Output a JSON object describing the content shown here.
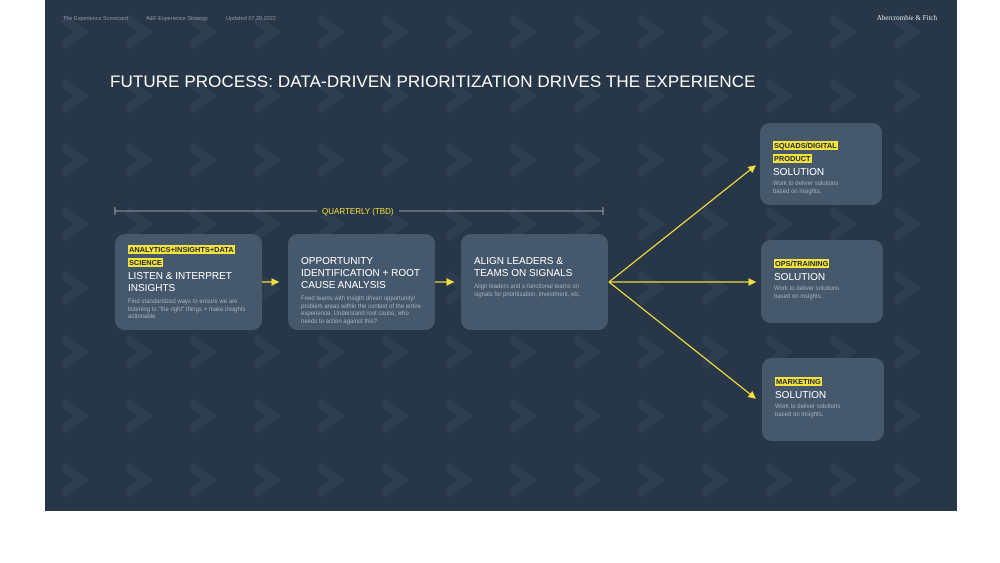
{
  "header": {
    "left_items": [
      "The Experience Scorecard",
      "A&F Experience Strategy",
      "Updated 07.20.2022"
    ],
    "brand": "Abercrombie & Fitch"
  },
  "title": "FUTURE PROCESS: DATA-DRIVEN PRIORITIZATION DRIVES THE EXPERIENCE",
  "quarterly_label": "QUARTERLY (TBD)",
  "process_steps": [
    {
      "tag": "ANALYTICS+INSIGHTS+DATA SCIENCE",
      "heading": "LISTEN & INTERPRET INSIGHTS",
      "description": "Find standardized ways to ensure we are listening to \"the right\" things + make insights actionable."
    },
    {
      "tag": "",
      "heading": "OPPORTUNITY IDENTIFICATION + ROOT CAUSE ANALYSIS",
      "description": "Feed teams with insight driven opportunity/ problem areas within the context of the entire experience. Understand root cause, who needs to action against this?"
    },
    {
      "tag": "",
      "heading": "ALIGN LEADERS & TEAMS ON SIGNALS",
      "description": "Align leaders and x-functional teams on signals for prioritization, investment, etc."
    }
  ],
  "outcomes": [
    {
      "tag": "SQUADS/DIGITAL PRODUCT",
      "heading": "SOLUTION",
      "description": "Work to deliver solutions based on insights."
    },
    {
      "tag": "OPS/TRAINING",
      "heading": "SOLUTION",
      "description": "Work to deliver solutions based on insights."
    },
    {
      "tag": "MARKETING",
      "heading": "SOLUTION",
      "description": "Work to deliver solutions based on insights."
    }
  ],
  "colors": {
    "background": "#283748",
    "box": "#46586c",
    "accent_yellow": "#f6e23d",
    "text": "#ffffff"
  }
}
